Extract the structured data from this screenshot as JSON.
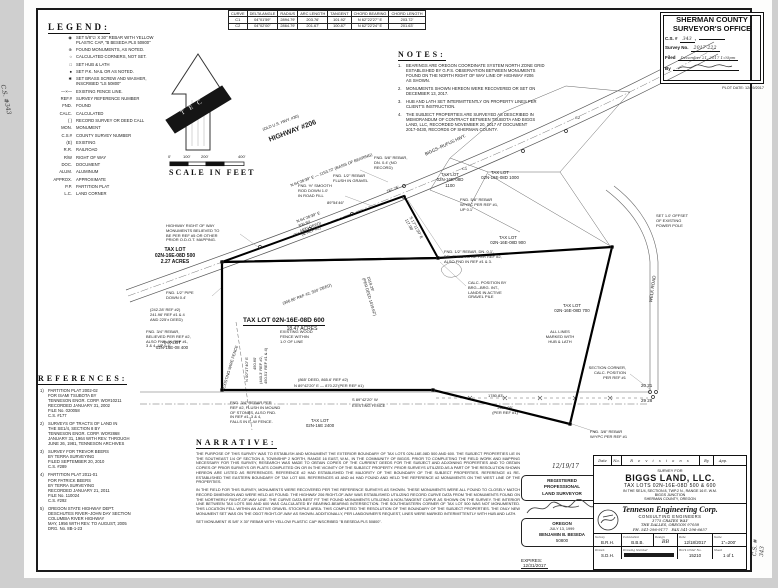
{
  "margin": {
    "left_note": "C.S. #343",
    "right_note": "C.S. # 343"
  },
  "surveyor_box": {
    "title1": "SHERMAN COUNTY",
    "title2": "SURVEYOR'S OFFICE",
    "cs_label": "C.S. #",
    "cs_value": "343",
    "cs_comma": ",",
    "survey_no_label": "Survey No.",
    "survey_no_value": "2017-222",
    "filed_label": "Filed",
    "filed_value": "December 21, 2017 1:05pm",
    "by_label": "By",
    "by_value": "(signature)",
    "plot_date": "PLOT DATE: 12/19/2017"
  },
  "curve_table": {
    "headers": [
      "CURVE",
      "DELTA ANGLE",
      "RADIUS",
      "ARC LENGTH",
      "TANGENT",
      "CHORD BEARING",
      "CHORD LENGTH"
    ],
    "rows": [
      [
        "C1",
        "04°01'59\"",
        "2894.79'",
        "203.76'",
        "101.92'",
        "N 62°22'27\" E",
        "203.72'"
      ],
      [
        "C2",
        "04°02'00\"",
        "2864.79'",
        "201.67'",
        "100.87'",
        "N 62°22'24\" E",
        "201.63'"
      ]
    ]
  },
  "legend": {
    "title": "LEGEND:",
    "items": [
      {
        "sym": "◉",
        "text": "SET 5/8\"∅ X 30\" REBAR WITH YELLOW\nPLASTIC CAP, \"B BESEDA PLS 50800\""
      },
      {
        "sym": "⊕",
        "text": "FOUND MONUMENTS, AS NOTED."
      },
      {
        "sym": "○",
        "text": "CALCULATED CORNERS, NOT SET."
      },
      {
        "sym": "□",
        "text": "SET HUB & LATH"
      },
      {
        "sym": "●",
        "text": "SET P.K. NAIL OR AS NOTED."
      },
      {
        "sym": "✱",
        "text": "SET BRASS SCREW AND WASHER,\nINSCRIBED \"LS 50800\""
      },
      {
        "sym": "—×—",
        "text": "EXISTING FENCE LINE."
      },
      {
        "sym": "REF.#",
        "text": "SURVEY REFERENCE NUMBER"
      },
      {
        "sym": "FND.",
        "text": "FOUND"
      },
      {
        "sym": "CALC.",
        "text": "CALCULATED"
      },
      {
        "sym": "(  )",
        "text": "RECORD SURVEY OR DEED CALL"
      },
      {
        "sym": "MON.",
        "text": "MONUMENT"
      },
      {
        "sym": "C.S.#",
        "text": "COUNTY SURVEY NUMBER"
      },
      {
        "sym": "(E)",
        "text": "EXISTING"
      },
      {
        "sym": "R.R.",
        "text": "RAILROAD"
      },
      {
        "sym": "R/W",
        "text": "RIGHT OF WAY"
      },
      {
        "sym": "DOC.",
        "text": "DOCUMENT"
      },
      {
        "sym": "ALUM.",
        "text": "ALUMINUM"
      },
      {
        "sym": "APPROX.",
        "text": "APPROXIMATE"
      },
      {
        "sym": "P.P.",
        "text": "PARTITION PLAT"
      },
      {
        "sym": "L.C.",
        "text": "LAND CORNER"
      }
    ]
  },
  "scale_bar": {
    "t0": "0'",
    "t1": "100'",
    "t2": "200'",
    "t3": "400'",
    "label": "SCALE IN FEET"
  },
  "notes": {
    "title": "NOTES:",
    "items": [
      {
        "n": "1.",
        "text": "BEARINGS ARE OREGON COORDINATE SYSTEM NORTH ZONE GRID\nESTABLISHED BY G.P.S. OBSERVATION BETWEEN MONUMENTS\nFOUND ON THE NORTH RIGHT OF WAY LINE OF HIGHWAY #206\nAS SHOWN."
      },
      {
        "n": "2.",
        "text": "MONUMENTS SHOWN HEREON WERE RECOVERED OR SET ON\nDECEMBER 13, 2017."
      },
      {
        "n": "3.",
        "text": "HUB AND LATH SET INTERMITTENTLY ON PROPERTY LINES PER\nCLIENT'S INSTRUCTION."
      },
      {
        "n": "4.",
        "text": "THE SUBJECT PROPERTIES ARE SURVEYED AS DESCRIBED IN\nMEMORANDUM OF CONTRACT BETWEEN TSUBOTA AND BIGGS\nLAND, LLC, RECORDED NOVEMBER 20, 2017 AT DOCUMENT\n2017-0430, RECORDS OF SHERMAN COUNTY."
      }
    ]
  },
  "references": {
    "title": "REFERENCES:",
    "items": [
      {
        "n": "1)",
        "text": "PARTITION PLAT 2002-02\nFOR ISAMI TSUBOTA BY\nTENNESON ENGR. CORP. WO#10211\nRECORDED JANUARY 31, 2002\nFILE No. 020058\nC.S. #177"
      },
      {
        "n": "2)",
        "text": "SURVEYS OF TRACTS OF LAND IN\nTHE SE1/4, SECTION 8 BY\nTENNESON ENGR. CORP. WO#2868\nJANUARY 31, 1964 WITH REV. THROUGH\nJUNE 26, 1981, TENNESON ARCHIVES"
      },
      {
        "n": "3)",
        "text": "SURVEY FOR TREVOR BEERS\nBY TERRA SURVEYING\nFILED SEPTEMBER 20, 2010\nC.S. #289"
      },
      {
        "n": "4)",
        "text": "PARTITION PLAT 2011-01\nFOR PATRICK BEERS\nBY TERRA SURVEYING\nRECORDED JANUARY 21, 2011\nFILE No. 110024\nC.S. #292"
      },
      {
        "n": "5)",
        "text": "OREGON STATE HIGHWAY DEPT.\nDESCHUTES RIVER–JOHN DAY SECTION\nCOLUMBIA RIVER HIGHWAY\nMAY, 1956 WITH REV. TO AUGUST, 2005\nDRG. No. 8B-1-23"
      }
    ]
  },
  "narrative": {
    "title": "NARRATIVE:",
    "p1": "THE PURPOSE OF THIS SURVEY WAS TO ESTABLISH AND MONUMENT THE EXTERIOR BOUNDARY OF TAX LOTS 02N-16E-08D 500 AND 600. THE SUBJECT PROPERTIES LIE IN THE SOUTHEAST 1/4 OF SECTION 8, TOWNSHIP 2 NORTH, RANGE 16 EAST, W.M., IN THE COMMUNITY OF BIGGS. PRIOR TO COMPLETING THE FIELD WORK AND MAPPING NECESSARY FOR THIS SURVEY, RESEARCH WAS MADE TO OBTAIN COPIES OF THE CURRENT DEEDS FOR THE SUBJECT AND ADJOINING PROPERTIES AND TO OBTAIN COPIES OF PRIOR SURVEYS OR PLATS COMPLETED ON OR IN THE VICINITY OF THE SUBJECT PROPERTY. PRIOR SURVEYS UTILIZED AS A PART OF THE RESOLUTION SHOWN HEREON ARE LISTED AS REFERENCES. REFERENCE #2 HAD ESTABLISHED THE MAJORITY OF THE BOUNDARY OF THE SUBJECT PROPERTIES. REFERENCE #1 RE-ESTABLISHED THE EASTERN BOUNDARY OF TAX LOT 600. REFERENCES #3 AND #4 HAD FOUND AND HELD THE REFERENCE #2 MONUMENTS ON THE WEST LINE OF THE PROPERTIES.",
    "p2": "IN THE FIELD FOR THIS SURVEY, MONUMENTS WERE RECOVERED PER THE REFERENCE SURVEYS AS SHOWN. THESE MONUMENTS WERE ALL FOUND TO CLOSELY MATCH RECORD DIMENSION AND WERE HELD AS FOUND. THE HIGHWAY 206 RIGHT-OF-WAY WAS ESTABLISHED UTILIZING RECORD CURVE DATA FROM THE MONUMENTS FOUND ON THE NORTHERLY RIGHT-OF-WAY LINE. THE CURVE DATA BEST FIT THE FOUND MONUMENTS UTILIZING A NON-TANGENT CURVE AS SHOWN ON THE SURVEY. THE INTERIOR LINE BETWEEN TAX LOTS 500 AND 600 WAS CALCULATED BY BEARING-BEARING INTERSECTION. THE SOUTHEASTERN CORNER OF TAX LOT 500 WAS NOT MONUMENTED. THIS LOCATION FELL WITHIN AN ACTIVE GRAVEL STOCKPILE AREA. THIS COMPLETED THE RESOLUTION OF THE BOUNDARY OF THE SUBJECT PROPERTIES. THE ONLY NEW MONUMENT SET WAS ON THE ODOT RIGHT-OF-WAY AS SHOWN. ADDITIONALLY, PER LANDOWNER'S REQUEST, LINES WERE MARKED INTERMITTENTLY WITH HUB AND LATH.",
    "p3": "SET MONUMENT IS 5/8\" X 30\" REBAR WITH YELLOW PLASTIC CAP INSCRIBED \"B BESEDA PLS 50800\"."
  },
  "stamp": {
    "sign_date": "12/19/17",
    "line1": "REGISTERED",
    "line2": "PROFESSIONAL",
    "line3": "LAND SURVEYOR",
    "state": "OREGON",
    "reg_date": "JULY 13, 1999",
    "name": "BENJAMIN B. BESEDA",
    "number": "50800",
    "expires_label": "EXPIRES:",
    "expires_value": "12/31/2017"
  },
  "title_block": {
    "rev_date": "Date",
    "rev_no": "No.",
    "rev_title": "R e v i s i o n s",
    "rev_by": "By",
    "rev_app": "App.",
    "survey_for": "SURVEY FOR",
    "client": "BIGGS LAND, LLC.",
    "tax_lots": "TAX LOTS 02N-16E-08D 500 & 600",
    "location1": "IN THE SE1/4, SECTION 8, TWP.2 N., RANGE 16 E. W.M.",
    "location2": "BIGGS JUNCTION",
    "location3": "SHERMAN COUNTY, OREGON",
    "firm": "Tenneson Engineering Corp.",
    "firm_sub": "CONSULTING ENGINEERS",
    "addr1": "3775 CRATES WAY",
    "addr2": "THE DALLES, OREGON 97058",
    "phone": "PH. 541-296-9177",
    "fax": "FAX 541-296-6657",
    "survey_label": "Survey",
    "survey": "B.R.H.",
    "calc_label": "Calculation",
    "calc": "B.B.B.",
    "design_label": "Design",
    "design": "BB",
    "date_label": "Date",
    "date": "12/18/2017",
    "scale_label": "Scale",
    "scale": "1\"=200'",
    "drawn_label": "Drawn",
    "drawn": "S.D.H.",
    "dwg_label": "Drawing Number",
    "wo_label": "Work Order No.",
    "wo": "15210",
    "sheet_label": "Sheet",
    "sheet": "1 of 1"
  },
  "map": {
    "north_band": "T E C",
    "labels": {
      "old_hwy": "(OLD U.S. HWY. #30)",
      "hwy206": "HIGHWAY  #206",
      "basis": "N 64°26'39\" E — 1153.72' (BASIS OF BEARING)",
      "d35664": "356.64'",
      "d18776": "187.76'",
      "c1": "C1",
      "c2": "C2",
      "biggs_rufus": "BIGGS–RUFUS HWY.",
      "lot500": "TAX LOT\n02N-16E-08D 500\n2.27 ACRES",
      "lot600": "TAX LOT 02N-16E-08D 600",
      "lot600b": "18.47 ACRES",
      "lot400": "TAX LOT\n02N-16E-08 400",
      "lot2400": "TAX LOT\n02N-16E 2400",
      "lot700": "TAX LOT\n02N-16E-08D 700",
      "lot900": "TAX LOT\n02N-16E-08D 900",
      "lot1000": "TAX LOT\n02N-16E-08D 1000",
      "lot1100": "TAX LOT\n02N-16E-08D\n1100",
      "welk": "WELK ROAD",
      "d1780": "1780.83'",
      "d2651": "2651.05'\n(PER REF #1)",
      "sec_note": "SECTION CORNER,\nCALC. POSITION\nPER REF #1",
      "sec_2021": "20    21",
      "sec_2928": "29    28",
      "s_deed": "(865' DEED, 865.6' REF #2)",
      "s_bear": "N 89°42'20\" E  —  870.22'(PER REF #1)",
      "s_bear2": "S 89°42'20\" W",
      "s_fence": "EXISTING FENCE",
      "w_bear": "N 00°17'40\" E",
      "w_len": "450.60'",
      "w_rec": "(440.3' REF #2,\n450.51' REF #1 & 4)",
      "wire_fence": "EXISTING WIRE FENCE",
      "wood_fence": "EXISTING WOOD\nFENCE WITHIN\n1.0' OF LINE",
      "row_note": "HIGHWAY RIGHT OF WAY\nMONUMENTS BELIEVED TO\nBE PER REF #5 OR OTHER\nPRIOR O.D.O.T. MAPPING.",
      "fnd_pipe": "FND. 1/2\" PIPE\nDOWN 0.4'",
      "rec_dims": "(242.28' REF #2)\n241.96' REF #1 & 4\nAND 225'± DEED)",
      "fnd34w": "FND. 3/4\" REBAR,\nBELIEVED PER REF #2,\nALSO FND. IN REF #1,\n3 & 4, UP 0.4'",
      "fnd12r": "FND. 1/2\" REBAR, DN. 0.1',\nBELIEVED TO BE PER REF #2,\nALSO FND IN REF #1 & 3.",
      "calc_pos": "CALC. POSITION BY\nBRG.–BRG. INT.,\nLANDS IN ACTIVE\nGRAVEL PILE",
      "fnd58y": "FND. 5/8\" REBAR\nW/YPC PER REF #1,\nUP 0.1'",
      "fnd58n": "FND. 5/8\" REBAR,\nDN. 0.4' (NO\nRECORD)",
      "fnd12g": "FND. 1/2\" REBAR\nFLUSH IN GRAVEL",
      "fndrod": "FND. ½\" SMOOTH\nROD DOWN 1.0'\nIN ROAD FILL",
      "a8954": "89°54'46\"",
      "fnd34m": "FND. 3/4\" REBAR PER\nREF #2, FLUSH IN MOUND\nOF STONES, ALSO FND.\nIN REF #1, 3 & 4,\nFALLS IN E–W FENCE.",
      "all_lines": "ALL LINES\nMARKED WITH\nHUB & LATH",
      "set_pp": "SET 1.0' OFFSET\nOF EXISTING\nPOWER POLE",
      "fnd38": "FND. 3/8\" REBAR\nW/YPC PER REF #1",
      "int_bear": "N 64°26'39\" E\n309.80'\n(400' DEED)\n(& REF #2)",
      "int_bear2": "(306.80' REF #2, 500' DEED)",
      "e_bear": "S 17°11'39\" E\n117.98'",
      "e1019": "1019.29'\n(PER DEED 1019.62')"
    }
  }
}
